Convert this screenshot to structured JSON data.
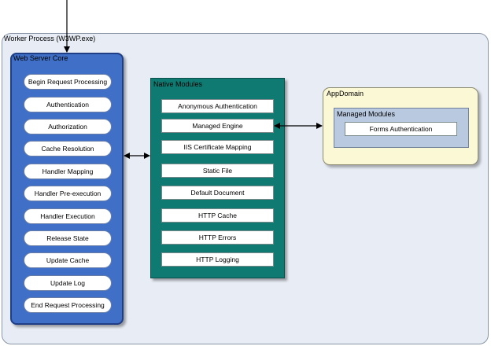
{
  "worker_process": {
    "title": "Worker Process (W3WP.exe)"
  },
  "web_server_core": {
    "title": "Web Server Core",
    "stages": [
      "Begin Request Processing",
      "Authentication",
      "Authorization",
      "Cache Resolution",
      "Handler Mapping",
      "Handler Pre-execution",
      "Handler Execution",
      "Release State",
      "Update Cache",
      "Update Log",
      "End Request Processing"
    ]
  },
  "native_modules": {
    "title": "Native Modules",
    "modules": [
      "Anonymous Authentication",
      "Managed Engine",
      "IIS Certificate Mapping",
      "Static File",
      "Default Document",
      "HTTP Cache",
      "HTTP Errors",
      "HTTP Logging"
    ]
  },
  "app_domain": {
    "title": "AppDomain",
    "managed_modules": {
      "title": "Managed Modules",
      "modules": [
        "Forms Authentication"
      ]
    }
  },
  "colors": {
    "worker_bg": "#e8edf5",
    "core_bg": "#3f6fc6",
    "native_bg": "#0f7a72",
    "appdomain_bg": "#fbf8d6",
    "managed_bg": "#b9c9e0"
  }
}
